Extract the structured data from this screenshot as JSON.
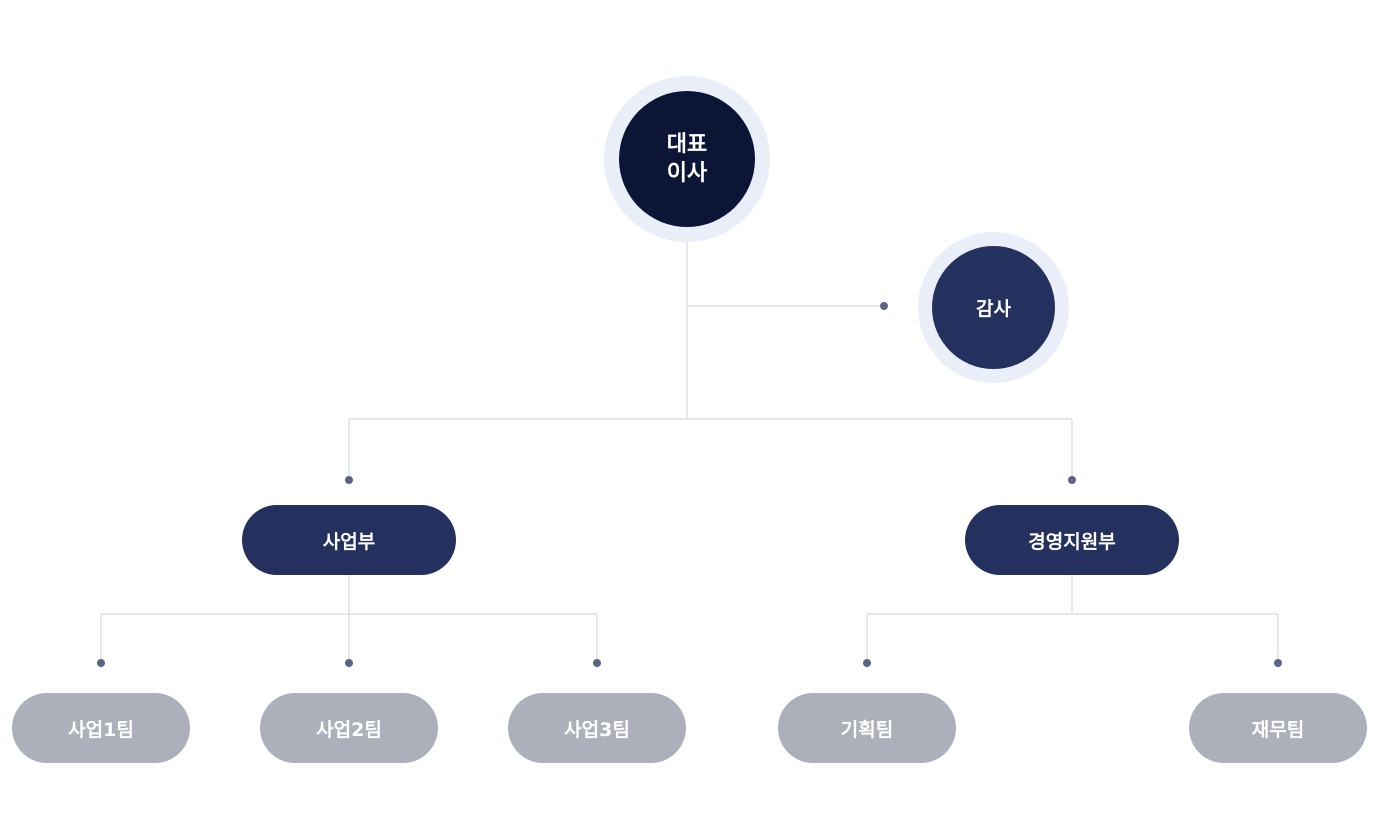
{
  "nodes": {
    "ceo": {
      "line1": "대표",
      "line2": "이사"
    },
    "audit": {
      "label": "감사"
    },
    "business_division": {
      "label": "사업부"
    },
    "management_support": {
      "label": "경영지원부"
    },
    "business_team_1": {
      "label": "사업1팀"
    },
    "business_team_2": {
      "label": "사업2팀"
    },
    "business_team_3": {
      "label": "사업3팀"
    },
    "planning_team": {
      "label": "기획팀"
    },
    "finance_team": {
      "label": "재무팀"
    }
  },
  "colors": {
    "ceo_fill": "#0c1536",
    "division_fill": "#24305e",
    "team_fill": "#acb0ba",
    "ring_fill": "#eaeef8",
    "connector_line": "#dddfe4",
    "connector_dot": "#5a6388"
  }
}
